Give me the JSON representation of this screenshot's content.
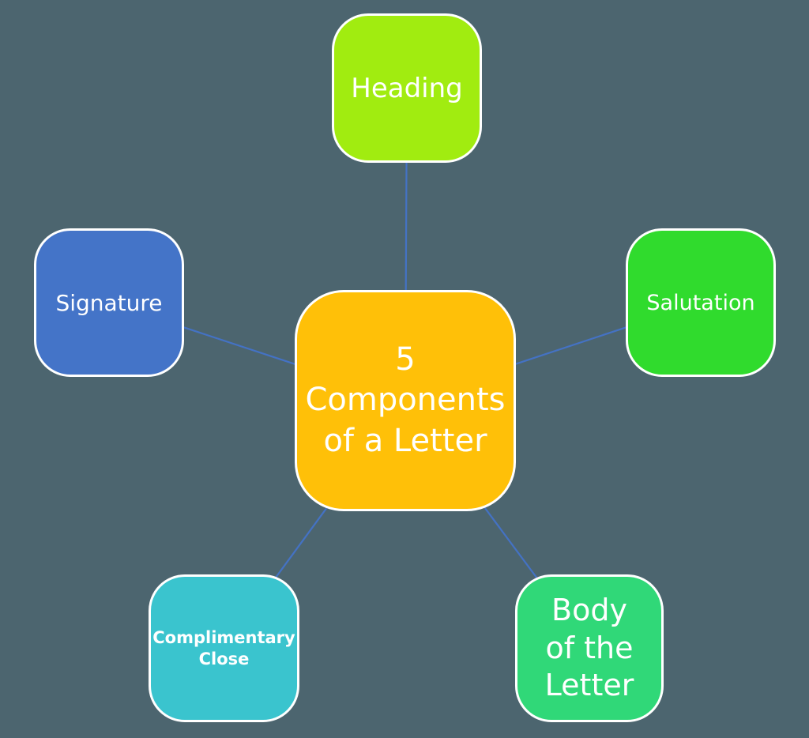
{
  "canvas": {
    "background_color": "#4C656F",
    "connector_color": "#4472C4",
    "node_border_color": "#FFFFFF",
    "text_color": "#FFFFFF"
  },
  "center_node": {
    "label": "5 Components of a Letter",
    "lines": [
      "5",
      "Components",
      "of a Letter"
    ],
    "color": "#FFC008"
  },
  "nodes": {
    "heading": {
      "label": "Heading",
      "color": "#A1EC10"
    },
    "salutation": {
      "label": "Salutation",
      "color": "#30DB2D"
    },
    "body": {
      "label": "Body of the Letter",
      "lines": [
        "Body",
        "of the",
        "Letter"
      ],
      "color": "#30D878"
    },
    "complimentary_close": {
      "label": "Complimentary Close",
      "lines": [
        "Complimentary",
        "Close"
      ],
      "color": "#3AC4CE"
    },
    "signature": {
      "label": "Signature",
      "color": "#4474C8"
    }
  }
}
